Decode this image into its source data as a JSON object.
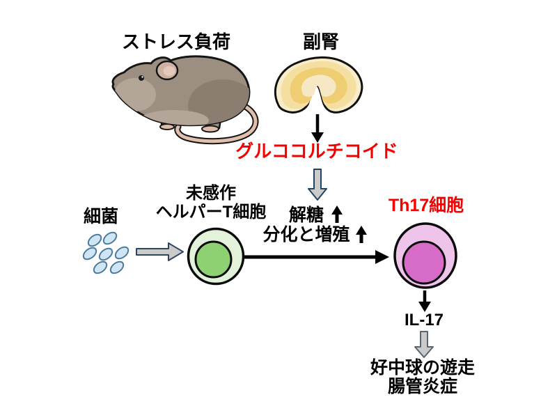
{
  "diagram": {
    "type": "biology-pathway-diagram",
    "background": "#ffffff"
  },
  "labels": {
    "stress_load": "ストレス負荷",
    "adrenal_gland": "副腎",
    "glucocorticoid": "グルココルチコイド",
    "naive_line1": "未感作",
    "naive_line2": "ヘルパーT細胞",
    "bacteria": "細菌",
    "glycolysis": "解糖",
    "differentiation_proliferation": "分化と増殖",
    "th17_cell": "Th17細胞",
    "il17": "IL-17",
    "neutrophil_migration": "好中球の遊走",
    "intestinal_inflammation": "腸管炎症"
  },
  "colors": {
    "highlight_red": "#f40000",
    "text_black": "#000000",
    "naive_cell_outer": "#e3f2da",
    "naive_cell_nucleus": "#8ed173",
    "th17_cell_outer": "#efc4ea",
    "th17_cell_nucleus": "#d66cc8",
    "bacteria_fill": "#cfe5f3",
    "bacteria_stroke": "#4a7a9b",
    "adrenal_outer": "#f8ecca",
    "adrenal_band": "#f5dfa0",
    "adrenal_core": "#efcd72",
    "mouse_body": "#9c8f81",
    "mouse_ear_tail": "#e0bfad",
    "block_arrow_fill": "#cbcbcb",
    "block_arrow_stroke": "#2e4560"
  },
  "icons": {
    "mouse": "mouse-icon",
    "adrenal": "adrenal-gland-icon",
    "bacteria": "bacteria-cluster-icon",
    "naive_cell": "naive-t-cell-icon",
    "th17_cell": "th17-cell-icon",
    "black_down_arrow": "down-arrow-icon",
    "black_right_arrow": "right-arrow-icon",
    "bold_up_arrow": "up-arrow-icon",
    "gray_block_down_arrow": "block-down-arrow-icon",
    "gray_block_right_arrow": "block-right-arrow-icon"
  }
}
